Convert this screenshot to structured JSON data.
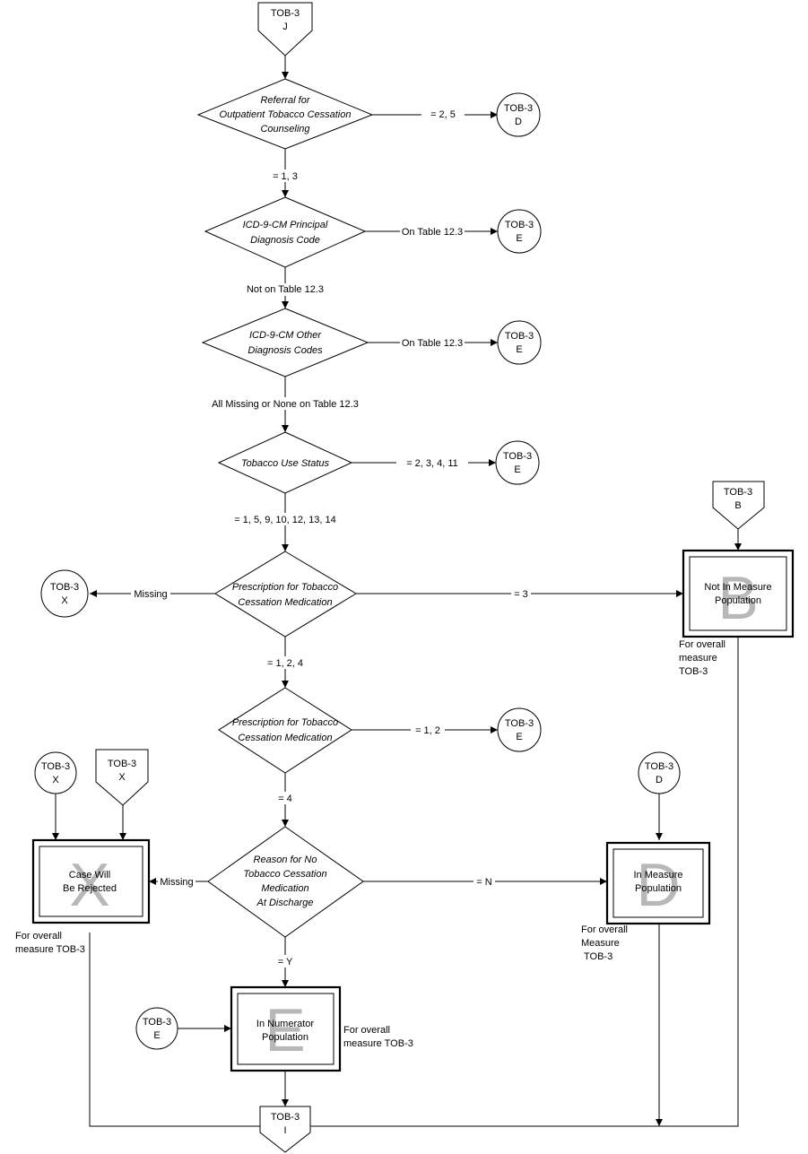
{
  "connectors": {
    "top_j": [
      "TOB-3",
      "J"
    ],
    "d1": [
      "TOB-3",
      "D"
    ],
    "e1": [
      "TOB-3",
      "E"
    ],
    "e2": [
      "TOB-3",
      "E"
    ],
    "e3": [
      "TOB-3",
      "E"
    ],
    "b_top": [
      "TOB-3",
      "B"
    ],
    "x_left": [
      "TOB-3",
      "X"
    ],
    "e4": [
      "TOB-3",
      "E"
    ],
    "x_circle": [
      "TOB-3",
      "X"
    ],
    "x_page": [
      "TOB-3",
      "X"
    ],
    "d2": [
      "TOB-3",
      "D"
    ],
    "e5": [
      "TOB-3",
      "E"
    ],
    "bottom_i": [
      "TOB-3",
      "I"
    ]
  },
  "decisions": {
    "referral": [
      "Referral for",
      "Outpatient Tobacco Cessation",
      "Counseling"
    ],
    "principal_dx": [
      "ICD-9-CM Principal",
      "Diagnosis Code"
    ],
    "other_dx": [
      "ICD-9-CM Other",
      "Diagnosis Codes"
    ],
    "tobacco_status": [
      "Tobacco Use Status"
    ],
    "rx1": [
      "Prescription for Tobacco",
      "Cessation Medication"
    ],
    "rx2": [
      "Prescription for Tobacco",
      "Cessation Medication"
    ],
    "reason": [
      "Reason for No",
      "Tobacco Cessation",
      "Medication",
      "At Discharge"
    ]
  },
  "edges": {
    "referral_right": "= 2, 5",
    "referral_down": "= 1, 3",
    "principal_right": "On Table 12.3",
    "principal_down": "Not on Table 12.3",
    "other_right": "On Table 12.3",
    "other_down": "All Missing or None on Table 12.3",
    "status_right": "= 2, 3, 4, 11",
    "status_down": "= 1, 5, 9, 10, 12, 13, 14",
    "rx1_left": "Missing",
    "rx1_right": "= 3",
    "rx1_down": "= 1, 2, 4",
    "rx2_right": "= 1, 2",
    "rx2_down": "= 4",
    "reason_left": "Missing",
    "reason_right": "= N",
    "reason_down": "= Y"
  },
  "outcomes": {
    "not_in_population": {
      "letter": "B",
      "lines": [
        "Not In Measure",
        "Population"
      ],
      "note": [
        "For overall",
        "measure",
        "TOB-3"
      ]
    },
    "rejected": {
      "letter": "X",
      "lines": [
        "Case Will",
        "Be Rejected"
      ],
      "note": [
        "For overall",
        "measure TOB-3"
      ]
    },
    "in_measure": {
      "letter": "D",
      "lines": [
        "In Measure",
        "Population"
      ],
      "note": [
        "For overall",
        "Measure",
        "TOB-3"
      ]
    },
    "in_numerator": {
      "letter": "E",
      "lines": [
        "In Numerator",
        "Population"
      ],
      "note": [
        "For overall",
        "measure TOB-3"
      ]
    }
  },
  "colors": {
    "line": "#000000",
    "watermark_letter": "#b8b8b8",
    "background": "#ffffff"
  }
}
